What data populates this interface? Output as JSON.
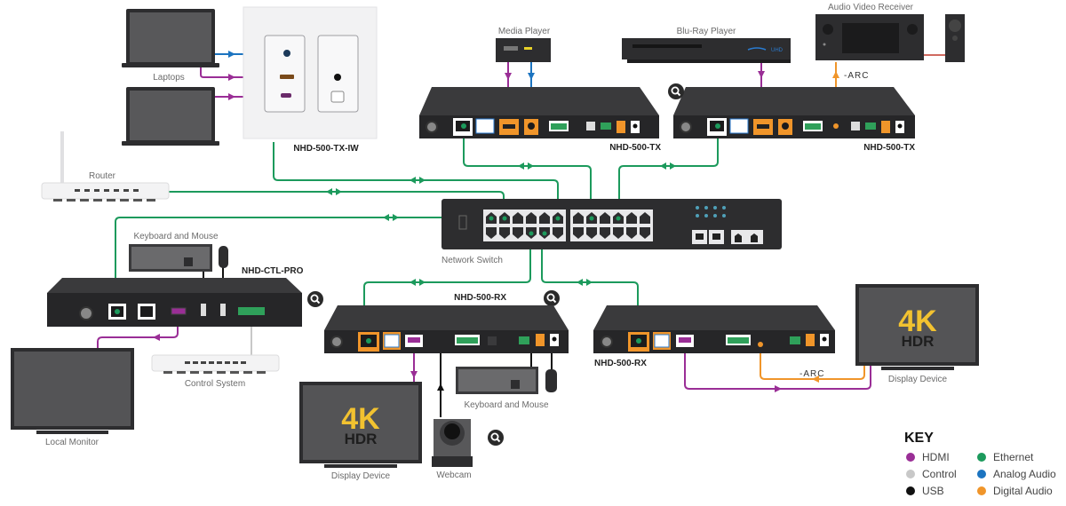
{
  "diagram": {
    "colors": {
      "hdmi": "#9a2e96",
      "control": "#c8c8c8",
      "usb": "#111111",
      "ethernet": "#1c9a5c",
      "analog_audio": "#1c74c0",
      "digital_audio": "#f0952a",
      "device_body": "#2d2d2f",
      "screen": "#545456",
      "badge_4k": "#f2c230"
    },
    "devices": {
      "laptops": "Laptops",
      "wallplate": "NHD-500-TX-IW",
      "media_player": "Media Player",
      "bluray": "Blu-Ray Player",
      "bluray_badge": "UHD",
      "avr": "Audio Video Receiver",
      "tx1": "NHD-500-TX",
      "tx2": "NHD-500-TX",
      "router": "Router",
      "switch": "Network Switch",
      "kbm1": "Keyboard and Mouse",
      "ctl": "NHD-CTL-PRO",
      "control_system": "Control System",
      "local_monitor": "Local Monitor",
      "rx1": "NHD-500-RX",
      "rx2": "NHD-500-RX",
      "kbm2": "Keyboard and Mouse",
      "display1": "Display Device",
      "display2": "Display Device",
      "webcam": "Webcam",
      "arc_top": "ARC",
      "arc_bottom": "ARC",
      "badge_4k": "4K",
      "badge_hdr": "HDR"
    },
    "key": {
      "title": "KEY",
      "items": [
        {
          "label": "HDMI",
          "color": "#9a2e96"
        },
        {
          "label": "Control",
          "color": "#c8c8c8"
        },
        {
          "label": "USB",
          "color": "#111111"
        },
        {
          "label": "Ethernet",
          "color": "#1c9a5c"
        },
        {
          "label": "Analog Audio",
          "color": "#1c74c0"
        },
        {
          "label": "Digital Audio",
          "color": "#f0952a"
        }
      ]
    }
  }
}
